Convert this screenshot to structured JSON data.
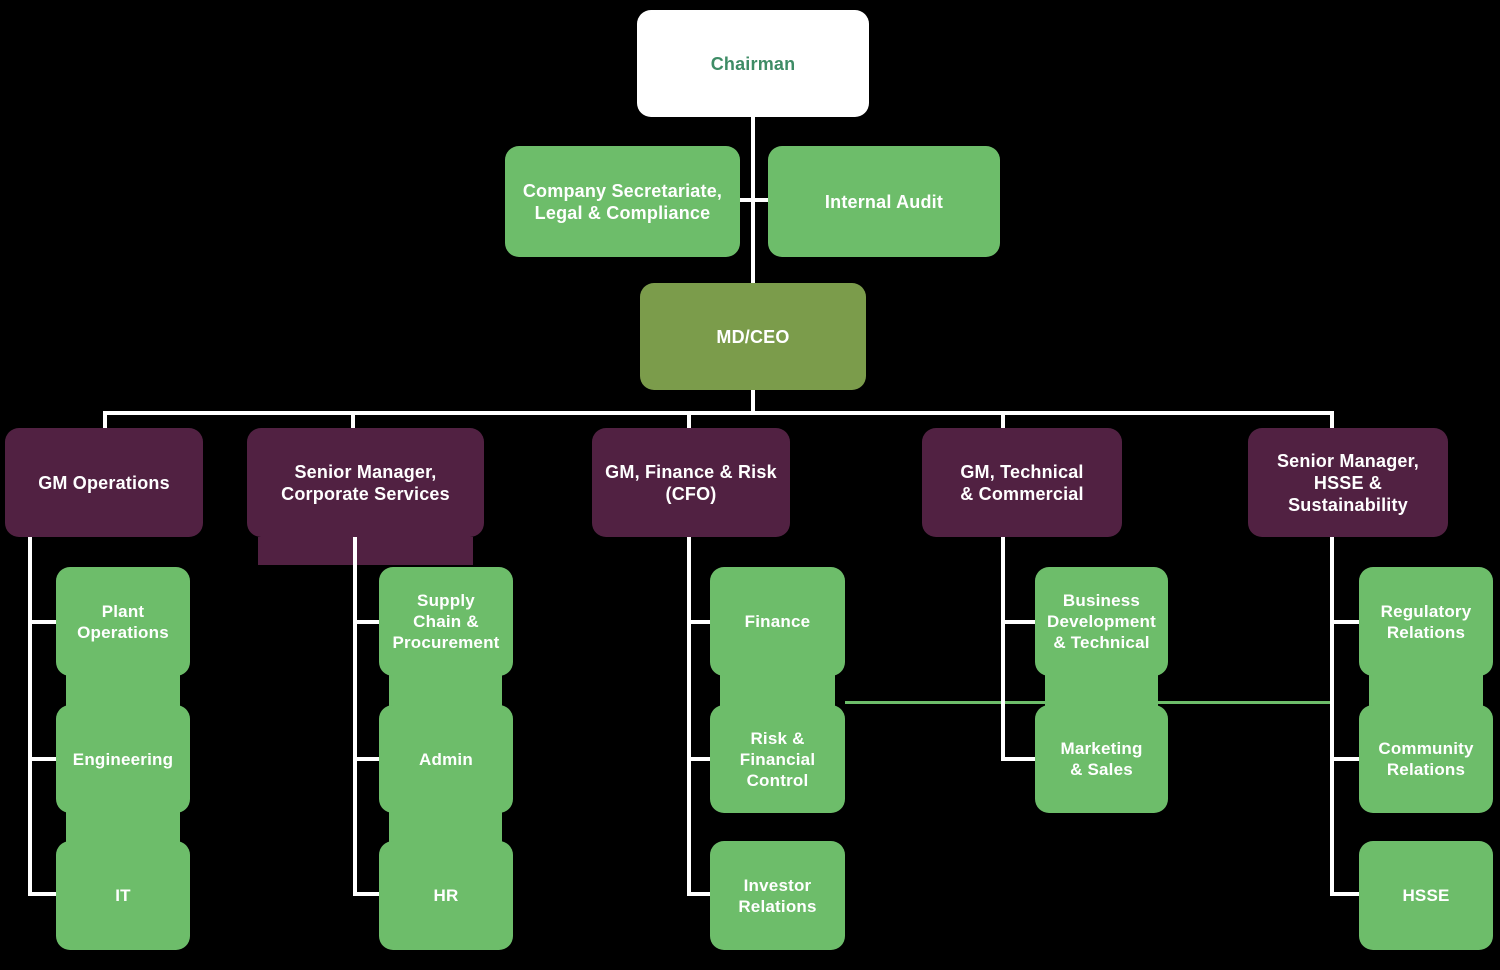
{
  "palette": {
    "background": "#000000",
    "node_green": "#6dbd6a",
    "node_olive": "#7b9c4b",
    "node_purple": "#512142",
    "node_white": "#ffffff",
    "chairman_text_green": "#3e8c66",
    "connector_white": "#ffffff",
    "connector_green": "#6dbd6a"
  },
  "chart_data": {
    "type": "org-chart",
    "root": "Chairman",
    "staff_under_chairman": [
      "Company Secretariate, Legal & Compliance",
      "Internal Audit"
    ],
    "executive": "MD/CEO",
    "branches": [
      {
        "head": "GM Operations",
        "children": [
          "Plant Operations",
          "Engineering",
          "IT"
        ]
      },
      {
        "head": "Senior Manager, Corporate Services",
        "children": [
          "Supply Chain & Procurement",
          "Admin",
          "HR"
        ]
      },
      {
        "head": "GM, Finance & Risk (CFO)",
        "children": [
          "Finance",
          "Risk & Financial Control",
          "Investor Relations"
        ]
      },
      {
        "head": "GM, Technical & Commercial",
        "children": [
          "Business Development & Technical",
          "Marketing & Sales"
        ]
      },
      {
        "head": "Senior Manager, HSSE & Sustainability",
        "children": [
          "Regulatory Relations",
          "Community Relations",
          "HSSE"
        ]
      }
    ]
  },
  "nodes": {
    "chairman": "Chairman",
    "secretariate": "Company Secretariate,\nLegal & Compliance",
    "internal_audit": "Internal Audit",
    "ceo": "MD/CEO",
    "b0": {
      "head": "GM Operations",
      "c0": "Plant\nOperations",
      "c1": "Engineering",
      "c2": "IT"
    },
    "b1": {
      "head": "Senior Manager,\nCorporate Services",
      "c0": "Supply\nChain &\nProcurement",
      "c1": "Admin",
      "c2": "HR"
    },
    "b2": {
      "head": "GM, Finance & Risk\n(CFO)",
      "c0": "Finance",
      "c1": "Risk &\nFinancial\nControl",
      "c2": "Investor\nRelations"
    },
    "b3": {
      "head": "GM, Technical\n& Commercial",
      "c0": "Business\nDevelopment\n& Technical",
      "c1": "Marketing\n& Sales"
    },
    "b4": {
      "head": "Senior Manager,\nHSSE &\nSustainability",
      "c0": "Regulatory\nRelations",
      "c1": "Community\nRelations",
      "c2": "HSSE"
    }
  }
}
